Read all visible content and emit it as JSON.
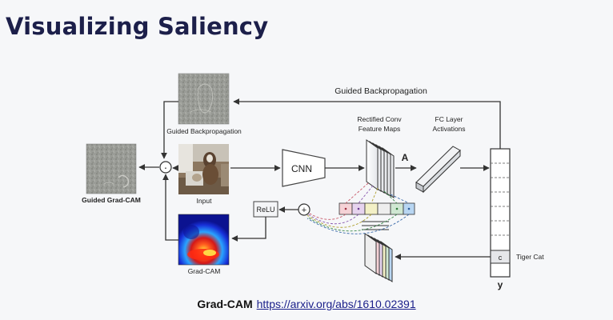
{
  "slide": {
    "title": "Visualizing Saliency"
  },
  "diagram": {
    "guided_backprop_arrow_label": "Guided Backpropagation",
    "guided_backprop_image_label": "Guided Backpropagation",
    "guided_gradcam_label": "Guided Grad-CAM",
    "input_label": "Input",
    "gradcam_label": "Grad-CAM",
    "cnn_label": "CNN",
    "relu_label": "ReLU",
    "rectified_conv_label_line1": "Rectified Conv",
    "rectified_conv_label_line2": "Feature Maps",
    "activation_symbol": "A",
    "fc_layer_label_line1": "FC Layer",
    "fc_layer_label_line2": "Activations",
    "output_symbol": "y",
    "class_symbol": "c",
    "class_label": "Tiger Cat",
    "multiply_symbol": "·",
    "sum_symbol": "+"
  },
  "caption": {
    "prefix": "Grad-CAM",
    "link_text": "https://arxiv.org/abs/1610.02391"
  },
  "colors": {
    "title": "#1c1f4a",
    "link": "#1a1f8a",
    "arrow": "#333333"
  }
}
